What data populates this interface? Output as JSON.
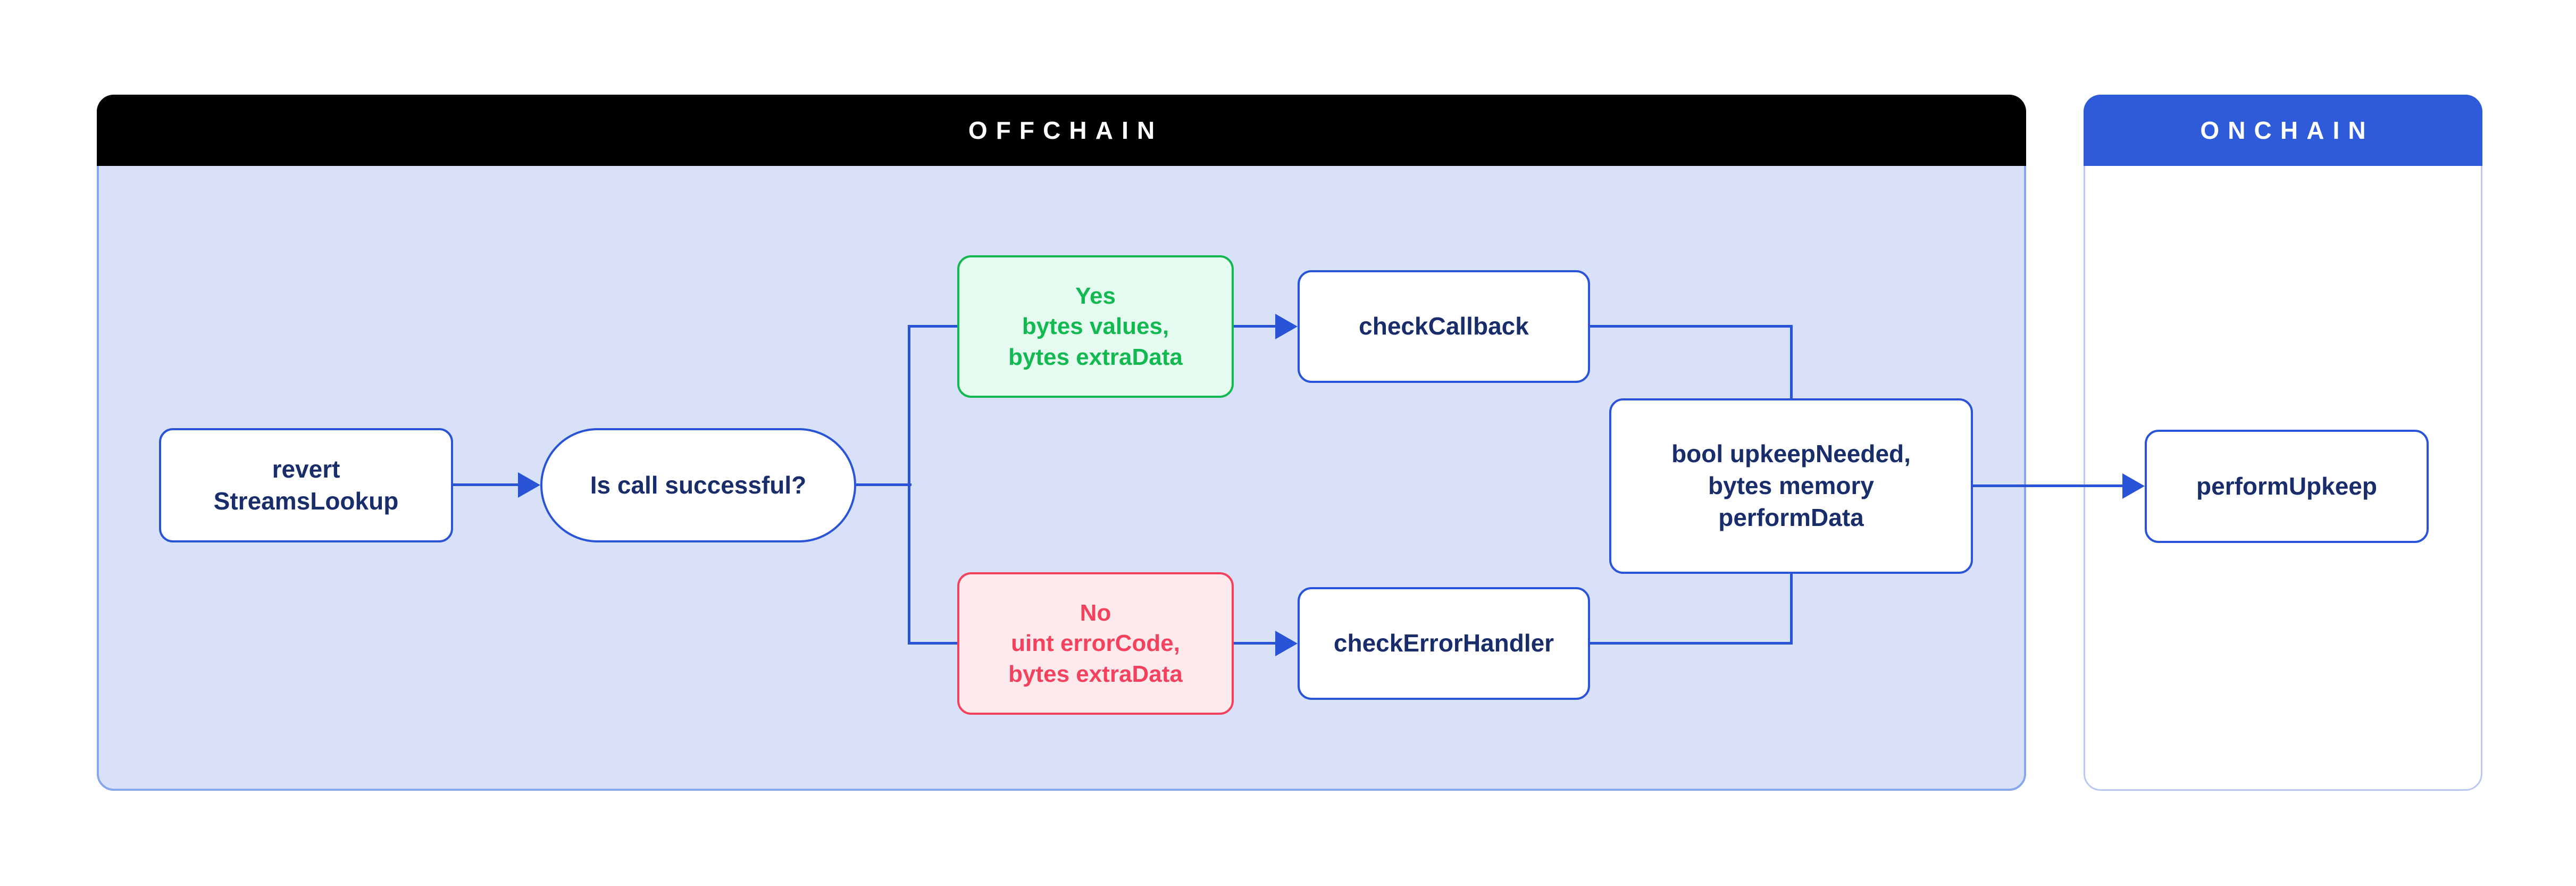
{
  "diagram": {
    "offchain": {
      "title": "OFFCHAIN"
    },
    "onchain": {
      "title": "ONCHAIN"
    },
    "nodes": {
      "revert": {
        "lines": [
          "revert",
          "StreamsLookup"
        ]
      },
      "question": {
        "label": "Is call successful?"
      },
      "yes": {
        "lines": [
          "Yes",
          "bytes values,",
          "bytes extraData"
        ]
      },
      "no": {
        "lines": [
          "No",
          "uint errorCode,",
          "bytes extraData"
        ]
      },
      "checkCallback": {
        "label": "checkCallback"
      },
      "checkErrorHandler": {
        "label": "checkErrorHandler"
      },
      "result": {
        "lines": [
          "bool upkeepNeeded,",
          "bytes memory",
          "performData"
        ]
      },
      "performUpkeep": {
        "label": "performUpkeep"
      }
    },
    "colors": {
      "offchain_header_bg": "#000000",
      "offchain_body_bg": "#d8e1f8",
      "offchain_border": "#8aa6ec",
      "onchain_header_bg": "#2e5bd9",
      "onchain_border": "#b9c7f3",
      "node_border": "#2a54d8",
      "connector": "#2a54d8",
      "node_text": "#1a2d6b",
      "yes_text": "#12b850",
      "yes_bg": "#e6fbef",
      "no_text": "#f4425e",
      "no_bg": "#fdeaed",
      "header_text": "#ffffff"
    }
  }
}
